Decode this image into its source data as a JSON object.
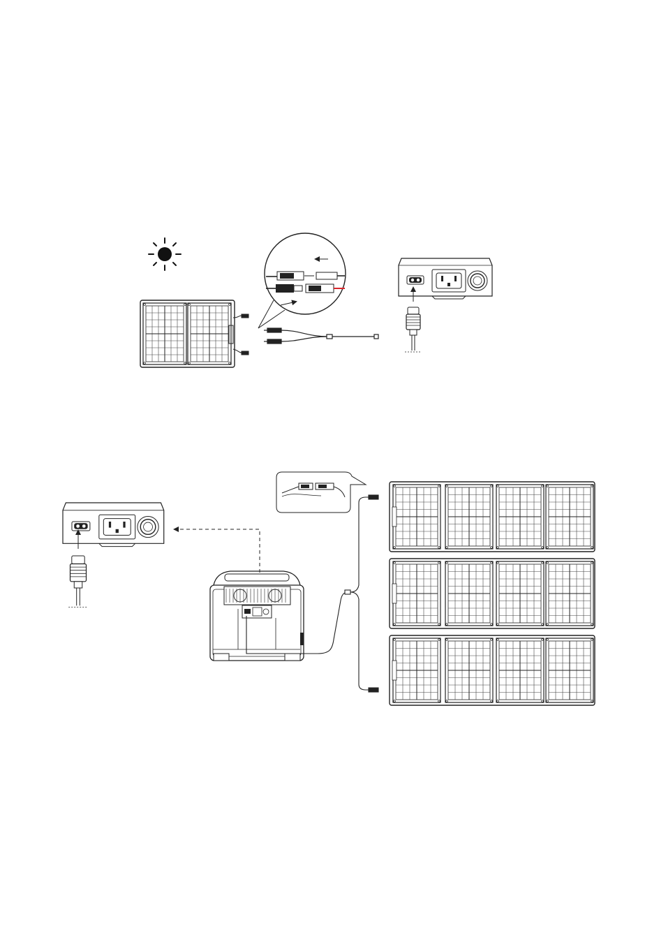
{
  "figure": {
    "labels": {
      "panel_small_plus": "",
      "panel_small_minus": "",
      "array_top": "",
      "array_bottom": ""
    }
  },
  "diagram": {
    "step1": {
      "nodes": [
        "sun-icon",
        "folding-solar-panel",
        "connector-detail",
        "y-cable",
        "power-station-port-panel",
        "charging-plug"
      ],
      "edges": [
        {
          "from": "folding-solar-panel",
          "to": "y-cable"
        },
        {
          "from": "y-cable",
          "to": "power-station-port-panel"
        }
      ]
    },
    "step2": {
      "nodes": [
        "power-station",
        "power-station-port-panel",
        "charging-plug",
        "connector-detail",
        "solar-array-row-1",
        "solar-array-row-2",
        "solar-array-row-3"
      ],
      "edges": [
        {
          "from": "solar-array-row-1",
          "to": "power-station"
        },
        {
          "from": "solar-array-row-3",
          "to": "power-station"
        },
        {
          "from": "power-station",
          "to": "power-station-port-panel",
          "style": "dashed"
        }
      ]
    }
  },
  "colors": {
    "line": "#222222",
    "red_wire": "#d9262c",
    "stroke_gray": "#555555"
  }
}
